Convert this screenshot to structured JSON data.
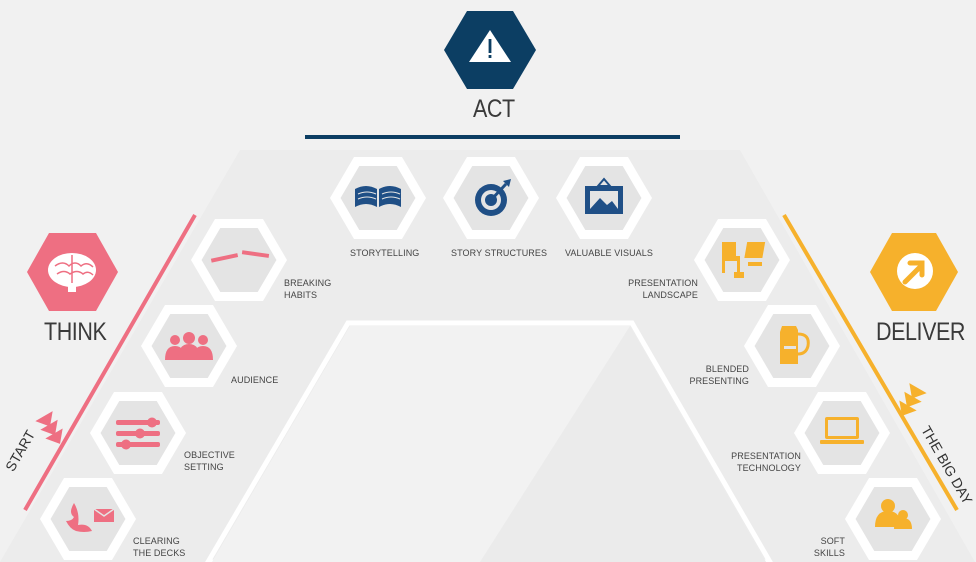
{
  "phases": {
    "act": {
      "label": "ACT",
      "icon": "warning-icon",
      "color": "#0c3e63"
    },
    "think": {
      "label": "THINK",
      "icon": "brain-icon",
      "color": "#ee6f82"
    },
    "deliver": {
      "label": "DELIVER",
      "icon": "arrow-icon",
      "color": "#f6b12c"
    }
  },
  "path": {
    "start_label": "START",
    "end_label": "THE BIG DAY"
  },
  "act_items": [
    {
      "label": "STORYTELLING",
      "icon": "open-book-icon"
    },
    {
      "label": "STORY  STRUCTURES",
      "icon": "target-icon"
    },
    {
      "label": "VALUABLE VISUALS",
      "icon": "framed-picture-icon"
    }
  ],
  "think_items": [
    {
      "label_line1": "BREAKING",
      "label_line2": "HABITS",
      "icon": "broken-stick-icon"
    },
    {
      "label_line1": "AUDIENCE",
      "label_line2": "",
      "icon": "people-icon"
    },
    {
      "label_line1": "OBJECTIVE",
      "label_line2": "SETTING",
      "icon": "sliders-icon"
    },
    {
      "label_line1": "CLEARING",
      "label_line2": "THE DECKS",
      "icon": "bird-envelope-icon"
    }
  ],
  "deliver_items": [
    {
      "label_line1": "PRESENTATION",
      "label_line2": "LANDSCAPE",
      "icon": "chairs-icon"
    },
    {
      "label_line1": "BLENDED",
      "label_line2": "PRESENTING",
      "icon": "jug-icon"
    },
    {
      "label_line1": "PRESENTATION",
      "label_line2": "TECHNOLOGY",
      "icon": "laptop-icon"
    },
    {
      "label_line1": "SOFT",
      "label_line2": "SKILLS",
      "icon": "two-people-icon"
    }
  ]
}
